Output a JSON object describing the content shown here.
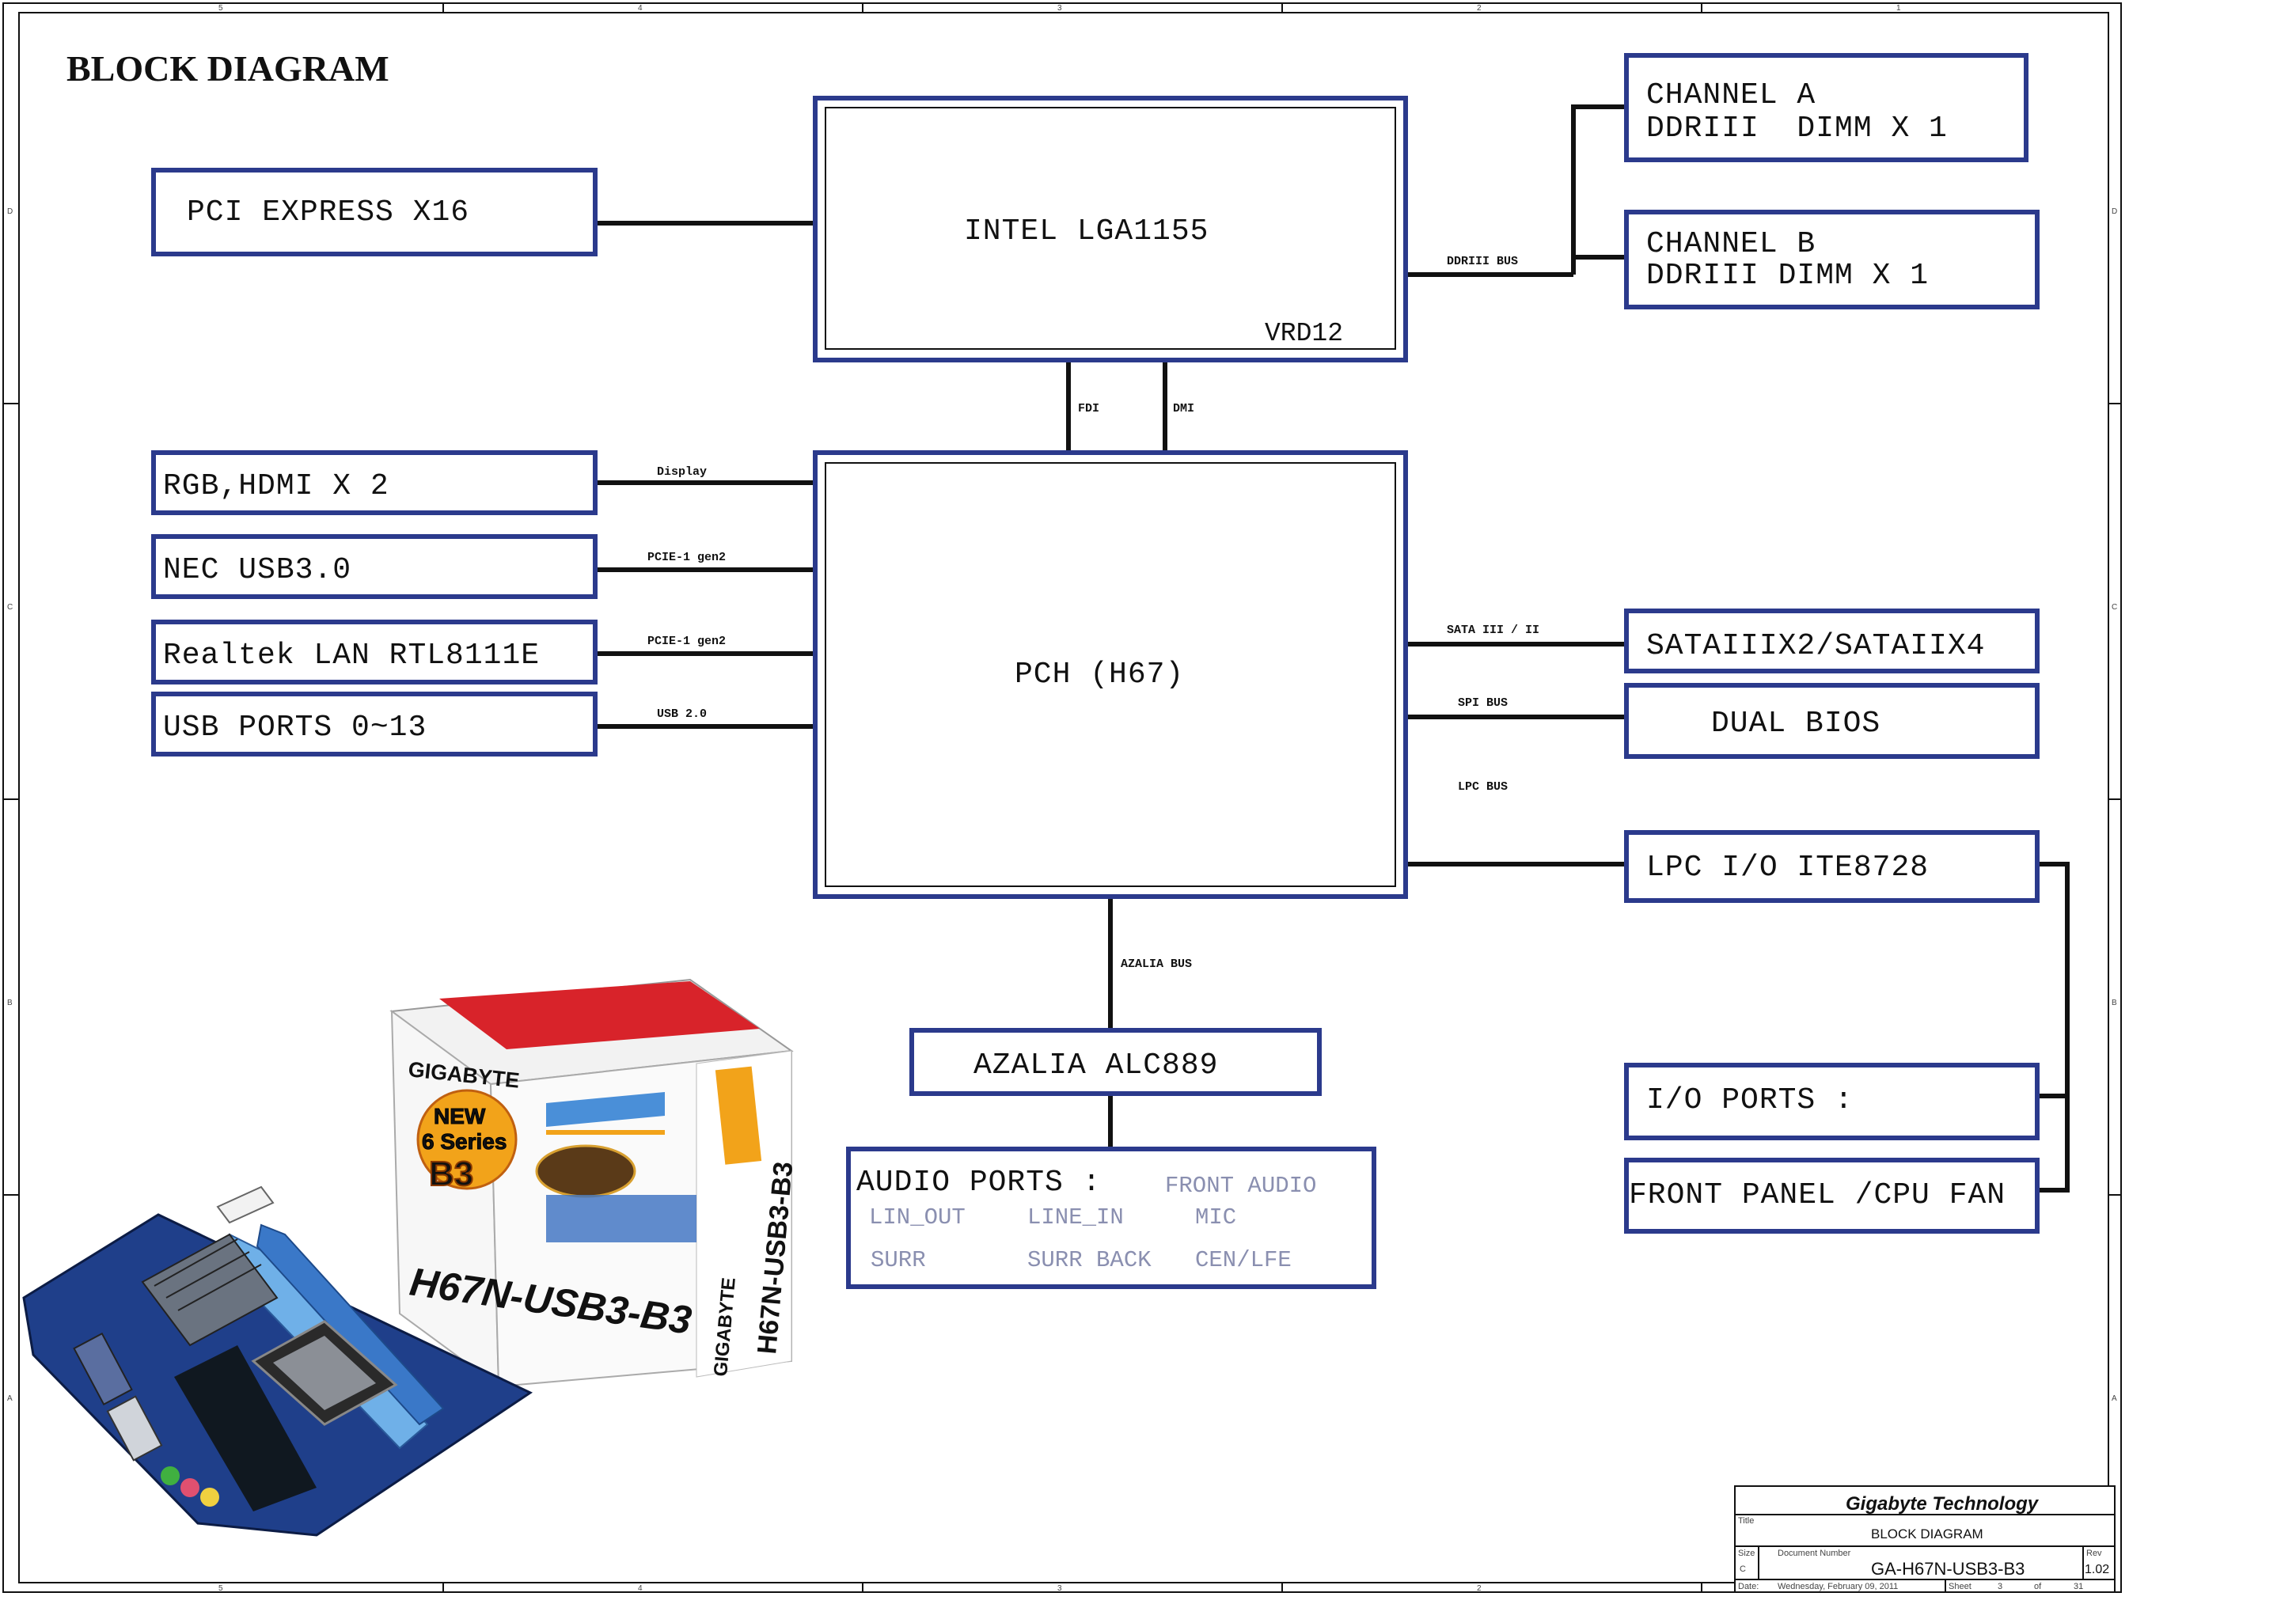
{
  "diagram_title": "BLOCK DIAGRAM",
  "blocks": {
    "pcie_x16": "PCI EXPRESS X16",
    "cpu": "INTEL LGA1155",
    "vrd": "VRD12",
    "channel_a_line1": "CHANNEL A",
    "channel_a_line2": "DDRIII  DIMM X 1",
    "channel_b_line1": "CHANNEL B",
    "channel_b_line2": "DDRIII DIMM X 1",
    "rgb_hdmi": "RGB,HDMI X 2",
    "nec_usb3": "NEC USB3.0",
    "realtek_lan": "Realtek LAN RTL8111E",
    "usb_ports": "USB PORTS 0~13",
    "pch": "PCH (H67)",
    "sata": "SATAIIIX2/SATAIIX4",
    "dual_bios": "DUAL BIOS",
    "lpc_io": "LPC I/O ITE8728",
    "azalia": "AZALIA ALC889",
    "io_ports": "I/O PORTS :",
    "front_panel": "FRONT PANEL /CPU FAN"
  },
  "audio": {
    "heading": "AUDIO PORTS :",
    "front_audio": "FRONT AUDIO",
    "lin_out": "LIN_OUT",
    "line_in": "LINE_IN",
    "mic": "MIC",
    "surr": "SURR",
    "surr_back": "SURR BACK",
    "cen_lfe": "CEN/LFE"
  },
  "buses": {
    "ddriii": "DDRIII BUS",
    "fdi": "FDI",
    "dmi": "DMI",
    "display": "Display",
    "pcie1_a": "PCIE-1 gen2",
    "pcie1_b": "PCIE-1 gen2",
    "usb20": "USB 2.0",
    "sata_bus": "SATA III / II",
    "spi": "SPI BUS",
    "lpc_bus": "LPC BUS",
    "azalia_bus": "AZALIA BUS"
  },
  "product_image": {
    "brand": "GIGABYTE",
    "model": "H67N-USB3-B3",
    "badge_new": "NEW",
    "badge_series": "6 Series",
    "badge_b3": "B3"
  },
  "title_block": {
    "company": "Gigabyte Technology",
    "title_label": "Title",
    "title": "BLOCK DIAGRAM",
    "size_label": "Size",
    "size": "C",
    "docnum_label": "Document Number",
    "docnum": "GA-H67N-USB3-B3",
    "rev_label": "Rev",
    "rev": "1.02",
    "date_label": "Date:",
    "date": "Wednesday, February 09, 2011",
    "sheet_label": "Sheet",
    "sheet": "3",
    "of_label": "of",
    "sheet_total": "31"
  },
  "zone_labels": {
    "cols": [
      "5",
      "4",
      "3",
      "2",
      "1"
    ],
    "rows": [
      "D",
      "C",
      "B",
      "A"
    ]
  },
  "colors": {
    "box_stroke": "#2b3a8c",
    "line": "#111111",
    "grey_text": "#8a8fb0",
    "company_text": "#2b3a8c"
  }
}
